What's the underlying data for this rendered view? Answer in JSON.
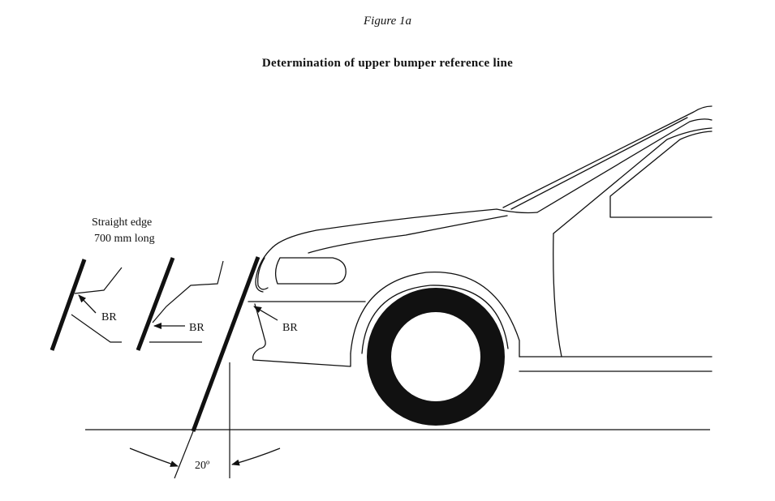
{
  "figure": {
    "label": "Figure 1a",
    "title": "Determination of upper bumper reference line"
  },
  "annotations": {
    "straight_edge_line1": "Straight edge",
    "straight_edge_line2": "700 mm long",
    "br_1": "BR",
    "br_2": "BR",
    "br_3": "BR",
    "angle": "20º"
  }
}
